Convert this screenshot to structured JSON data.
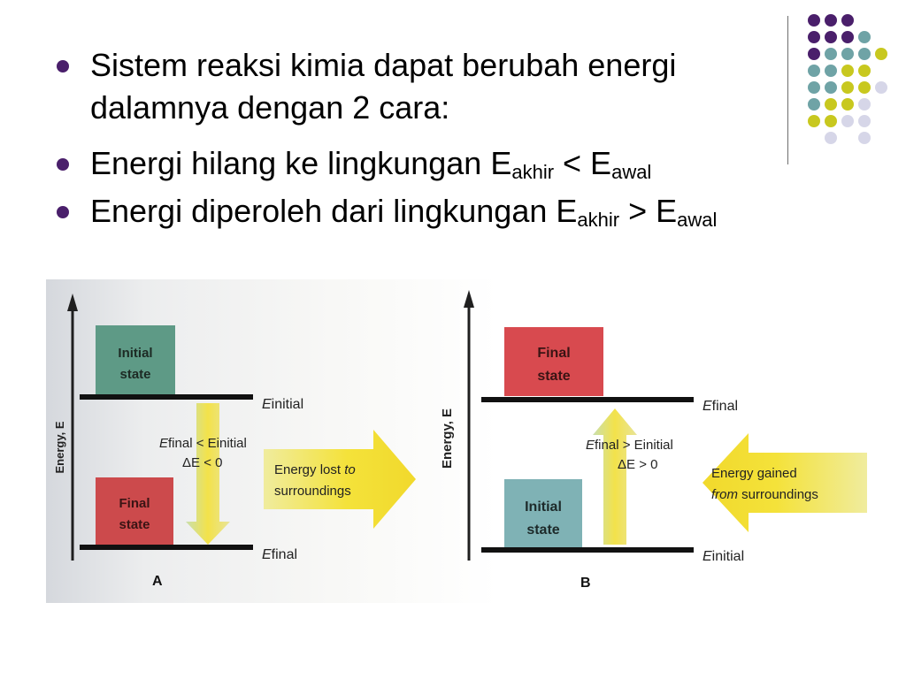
{
  "bullets": [
    {
      "text": "Sistem reaksi kimia dapat berubah energi dalamnya dengan 2 cara:"
    },
    {
      "prefix": "Energi hilang ke lingkungan E",
      "sub1": "akhir",
      "middle": " < E",
      "sub2": "awal"
    },
    {
      "prefix": "Energi diperoleh dari lingkungan E",
      "sub1": "akhir",
      "middle": " > E",
      "sub2": "awal"
    }
  ],
  "decor": {
    "dot_colors": {
      "purple": "#4a1f6b",
      "teal": "#6fa3a6",
      "olive": "#c8c81f",
      "lavender": "#d6d6e8"
    }
  },
  "diagram_a": {
    "panel_label": "A",
    "axis_label": "Energy, E",
    "upper_box": "Initial state",
    "upper_box_color": "#5e9a86",
    "lower_box": "Final state",
    "lower_box_color": "#cc4a4c",
    "upper_level_label": "E",
    "upper_level_sub": "initial",
    "lower_level_label": "E",
    "lower_level_sub": "final",
    "relation_E1": "E",
    "relation_sub1": "final",
    "relation_op": " < E",
    "relation_sub2": "initial",
    "delta": "ΔE < 0",
    "side_arrow_text_1": "Energy lost ",
    "side_arrow_text_italic": "to",
    "side_arrow_text_2": "surroundings"
  },
  "diagram_b": {
    "panel_label": "B",
    "axis_label": "Energy, E",
    "upper_box": "Final state",
    "upper_box_color": "#d84a4f",
    "lower_box": "Initial state",
    "lower_box_color": "#7fb2b5",
    "upper_level_label": "E",
    "upper_level_sub": "final",
    "lower_level_label": "E",
    "lower_level_sub": "initial",
    "relation_E1": "E",
    "relation_sub1": "final",
    "relation_op": " > E",
    "relation_sub2": "initial",
    "delta": "ΔE > 0",
    "side_arrow_text_1": "Energy gained",
    "side_arrow_text_italic": "from",
    "side_arrow_text_2": " surroundings"
  },
  "colors": {
    "arrow": "#f2df3c",
    "level": "#111111",
    "axis": "#1f1f1f"
  }
}
